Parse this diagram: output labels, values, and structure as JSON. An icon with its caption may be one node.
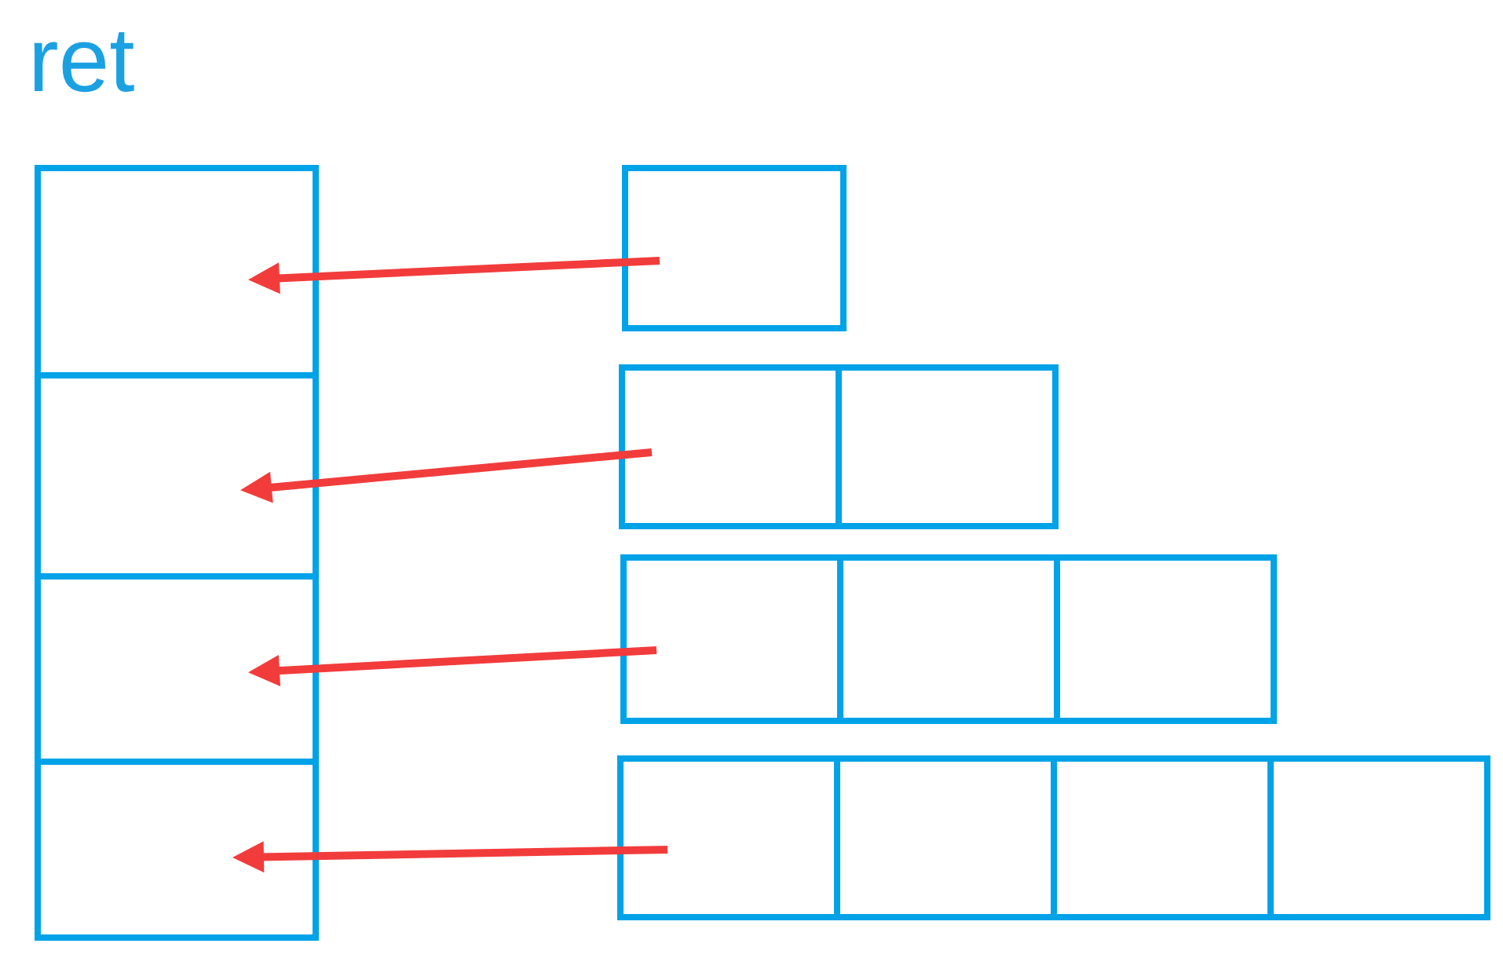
{
  "diagram": {
    "title": "ret",
    "nodes": [
      {
        "text": [],
        "shape": "box"
      },
      {
        "text": [],
        "shape": "box"
      },
      {
        "text": [],
        "shape": "box"
      },
      {
        "text": [],
        "shape": "box"
      },
      {
        "text": [],
        "shape": "box"
      },
      {
        "text": [],
        "shape": "box"
      },
      {
        "text": [],
        "shape": "box"
      },
      {
        "text": [],
        "shape": "box"
      },
      {
        "text": [],
        "shape": "box"
      },
      {
        "text": [],
        "shape": "box"
      },
      {
        "text": [],
        "shape": "box"
      },
      {
        "text": [],
        "shape": "box"
      },
      {
        "text": [],
        "shape": "box"
      },
      {
        "text": [],
        "shape": "box"
      }
    ],
    "edges": [
      {
        "from": 4,
        "to": 0,
        "arrow": "to"
      },
      {
        "from": 5,
        "to": 1,
        "arrow": "to"
      },
      {
        "from": 7,
        "to": 2,
        "arrow": "to"
      },
      {
        "from": 10,
        "to": 3,
        "arrow": "to"
      }
    ]
  }
}
